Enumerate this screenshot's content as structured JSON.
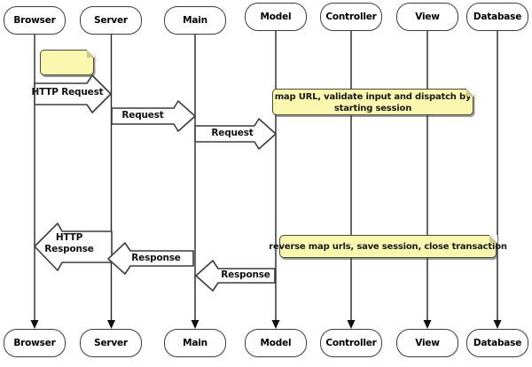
{
  "diagram": {
    "lifelines": [
      {
        "label": "Browser"
      },
      {
        "label": "Server"
      },
      {
        "label": "Main"
      },
      {
        "label": "Model"
      },
      {
        "label": "Controller"
      },
      {
        "label": "View"
      },
      {
        "label": "Database"
      }
    ],
    "messages": [
      {
        "label": "HTTP Request",
        "from": "Browser",
        "to": "Server"
      },
      {
        "label": "Request",
        "from": "Server",
        "to": "Main"
      },
      {
        "label": "Request",
        "from": "Main",
        "to": "Model"
      },
      {
        "label": "HTTP Response",
        "from": "Server",
        "to": "Browser"
      },
      {
        "label": "Response",
        "from": "Main",
        "to": "Server"
      },
      {
        "label": "Response",
        "from": "Model",
        "to": "Main"
      }
    ],
    "notes": {
      "empty_note": {
        "text": ""
      },
      "dispatch_note": {
        "line1": "map URL, validate input and dispatch by",
        "line2": "starting session"
      },
      "teardown_note": {
        "text": "reverse map urls, save session, close transaction"
      }
    },
    "colors": {
      "background": "#FFFFFF",
      "note_fill": "#FAF7AF",
      "note_border": "#4A4A38",
      "shape_border": "#3C3C3C",
      "lifeline": "#262626"
    }
  }
}
